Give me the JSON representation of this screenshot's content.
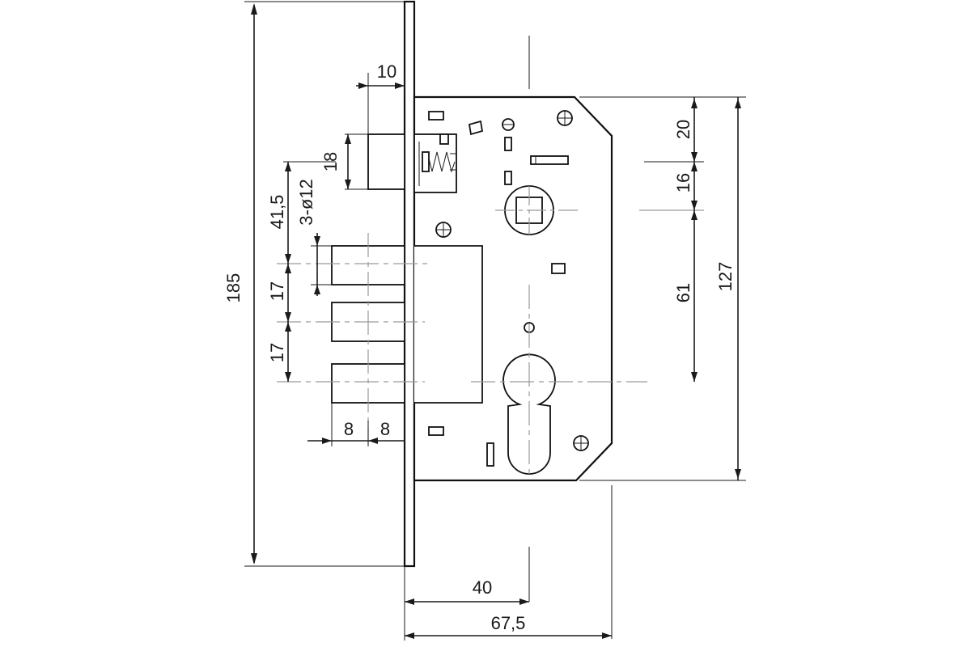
{
  "drawing": {
    "dimensions": {
      "faceplate_height": "185",
      "faceplate_thickness": "10",
      "latch_height": "18",
      "latch_offset": "41,5",
      "bolt_diameter": "3-ø12",
      "bolt_pitch_1": "17",
      "bolt_pitch_2": "17",
      "bolt_width_1": "8",
      "bolt_width_2": "8",
      "backset": "40",
      "case_depth": "67,5",
      "top_to_latch": "20",
      "latch_to_spindle": "16",
      "spindle_to_cylinder": "61",
      "case_height": "127"
    }
  }
}
